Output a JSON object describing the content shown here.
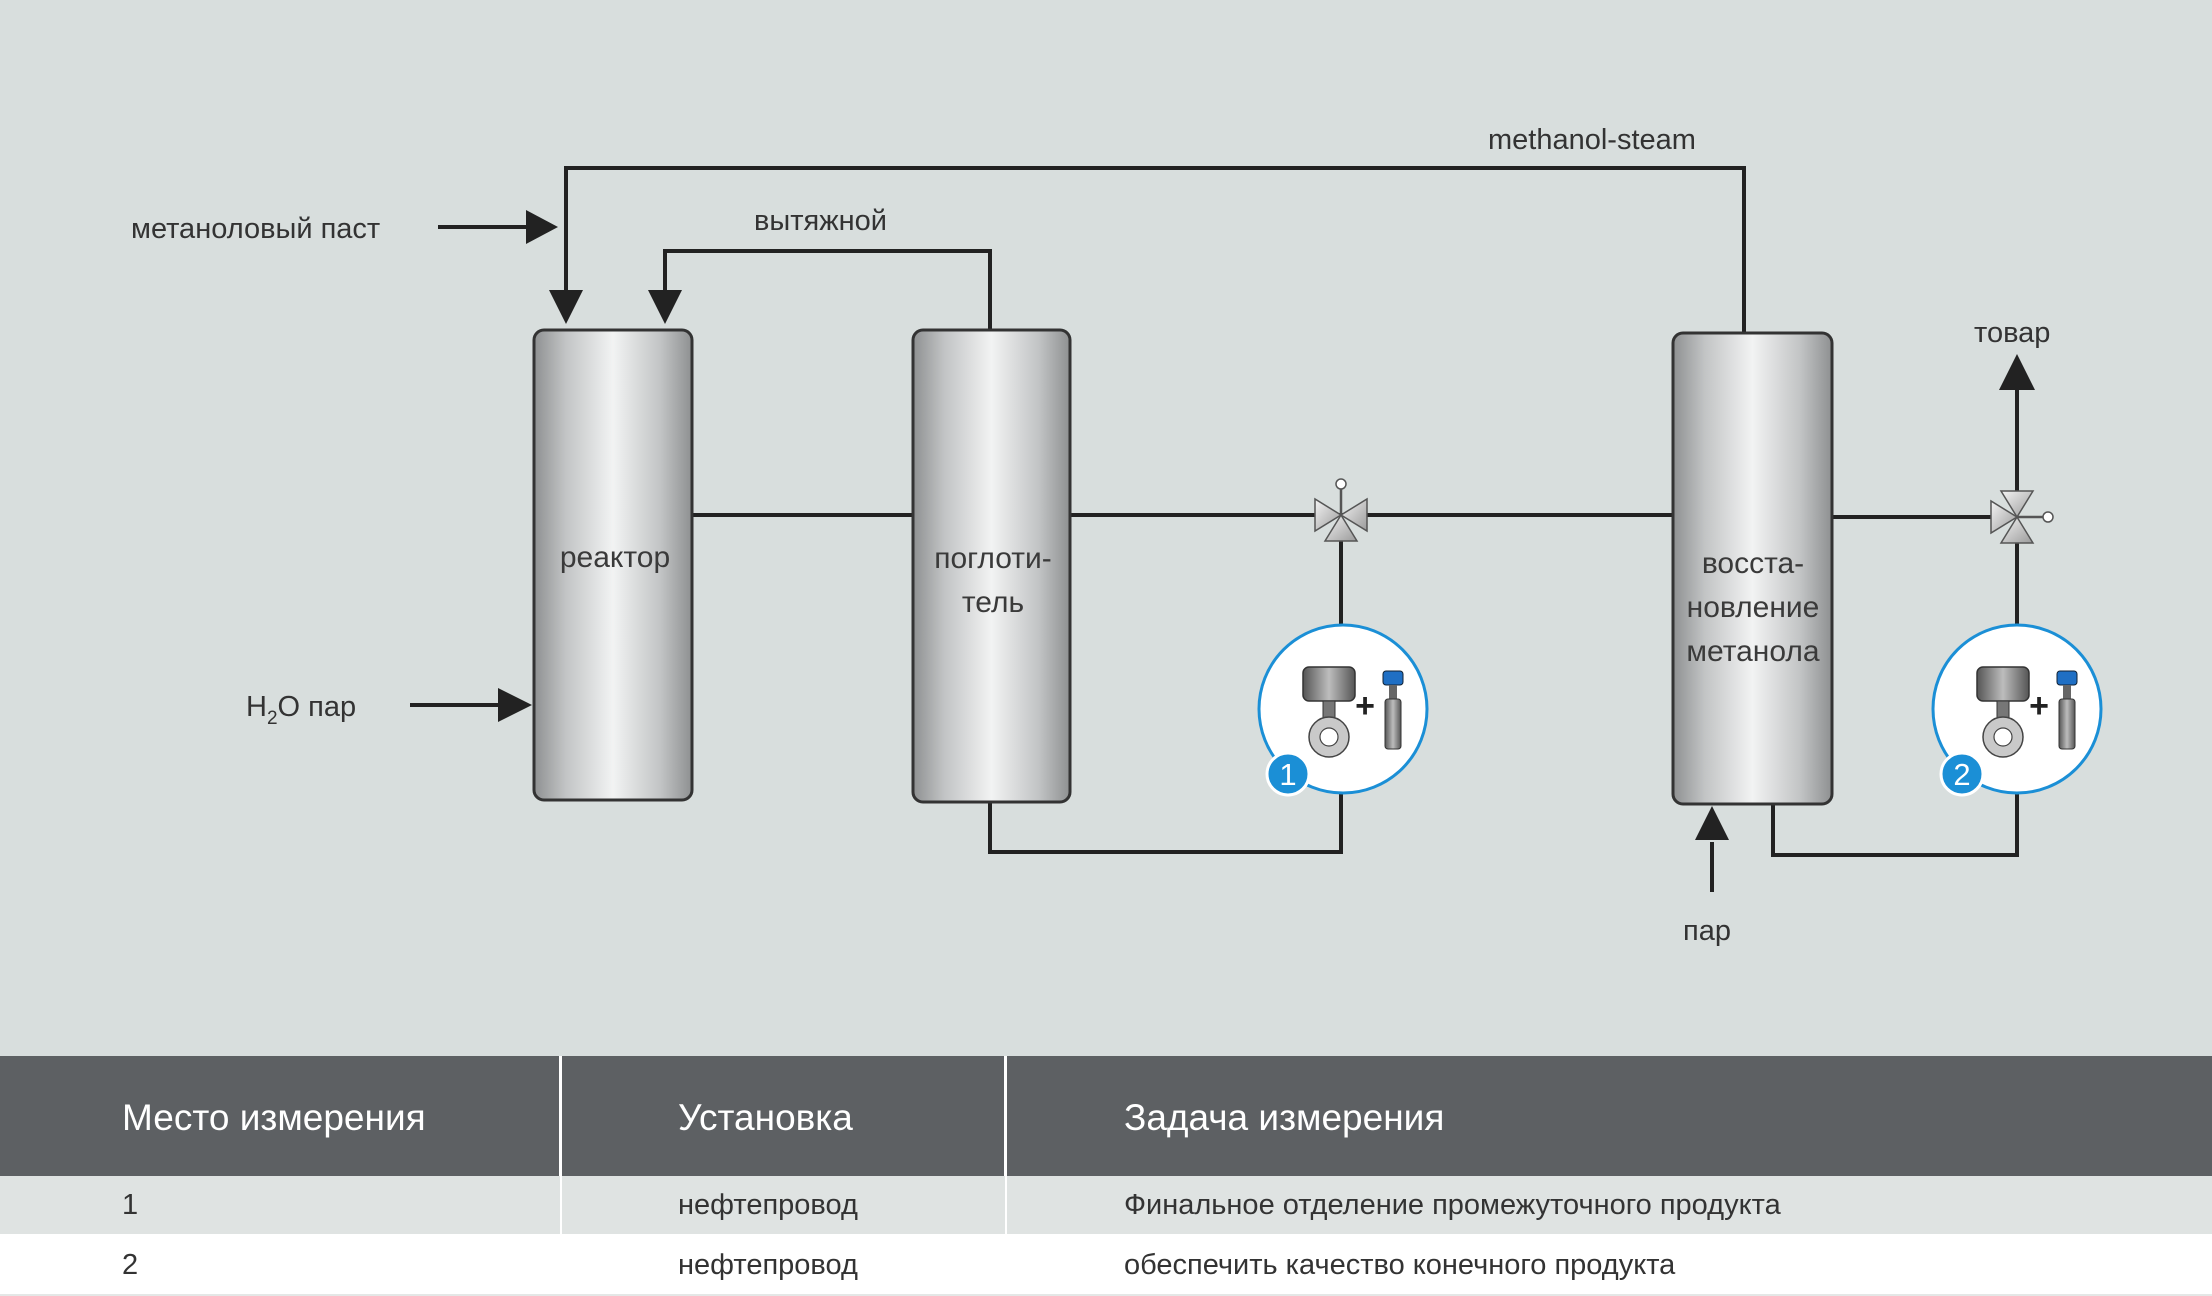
{
  "diagram": {
    "labels": {
      "methanol_steam": "methanol-steam",
      "methanol_paste": "метаноловый паст",
      "exhaust": "вытяжной",
      "product": "товар",
      "h2o_h": "H",
      "h2o_sub": "2",
      "h2o_rest": "O пар",
      "steam": "пар"
    },
    "vessels": {
      "reactor": [
        "реактор"
      ],
      "absorber": [
        "поглоти-",
        "тель"
      ],
      "recovery": [
        "восста-",
        "новление",
        "метанола"
      ]
    },
    "badges": [
      "1",
      "2"
    ],
    "colors": {
      "background": "#d8dedd",
      "line": "#222222",
      "vessel_edge": "#333333",
      "badge": "#1b8fd6",
      "ring": "#1b8fd6"
    }
  },
  "table": {
    "headers": [
      "Место измерения",
      "Установка",
      "Задача измерения"
    ],
    "rows": [
      [
        "1",
        "нефтепровод",
        "Финальное отделение промежуточного продукта"
      ],
      [
        "2",
        "нефтепровод",
        "обеспечить качество конечного продукта"
      ]
    ],
    "colors": {
      "header_bg": "#5d6063",
      "row1_bg": "#dfe3e2",
      "row2_bg": "#ffffff"
    }
  }
}
